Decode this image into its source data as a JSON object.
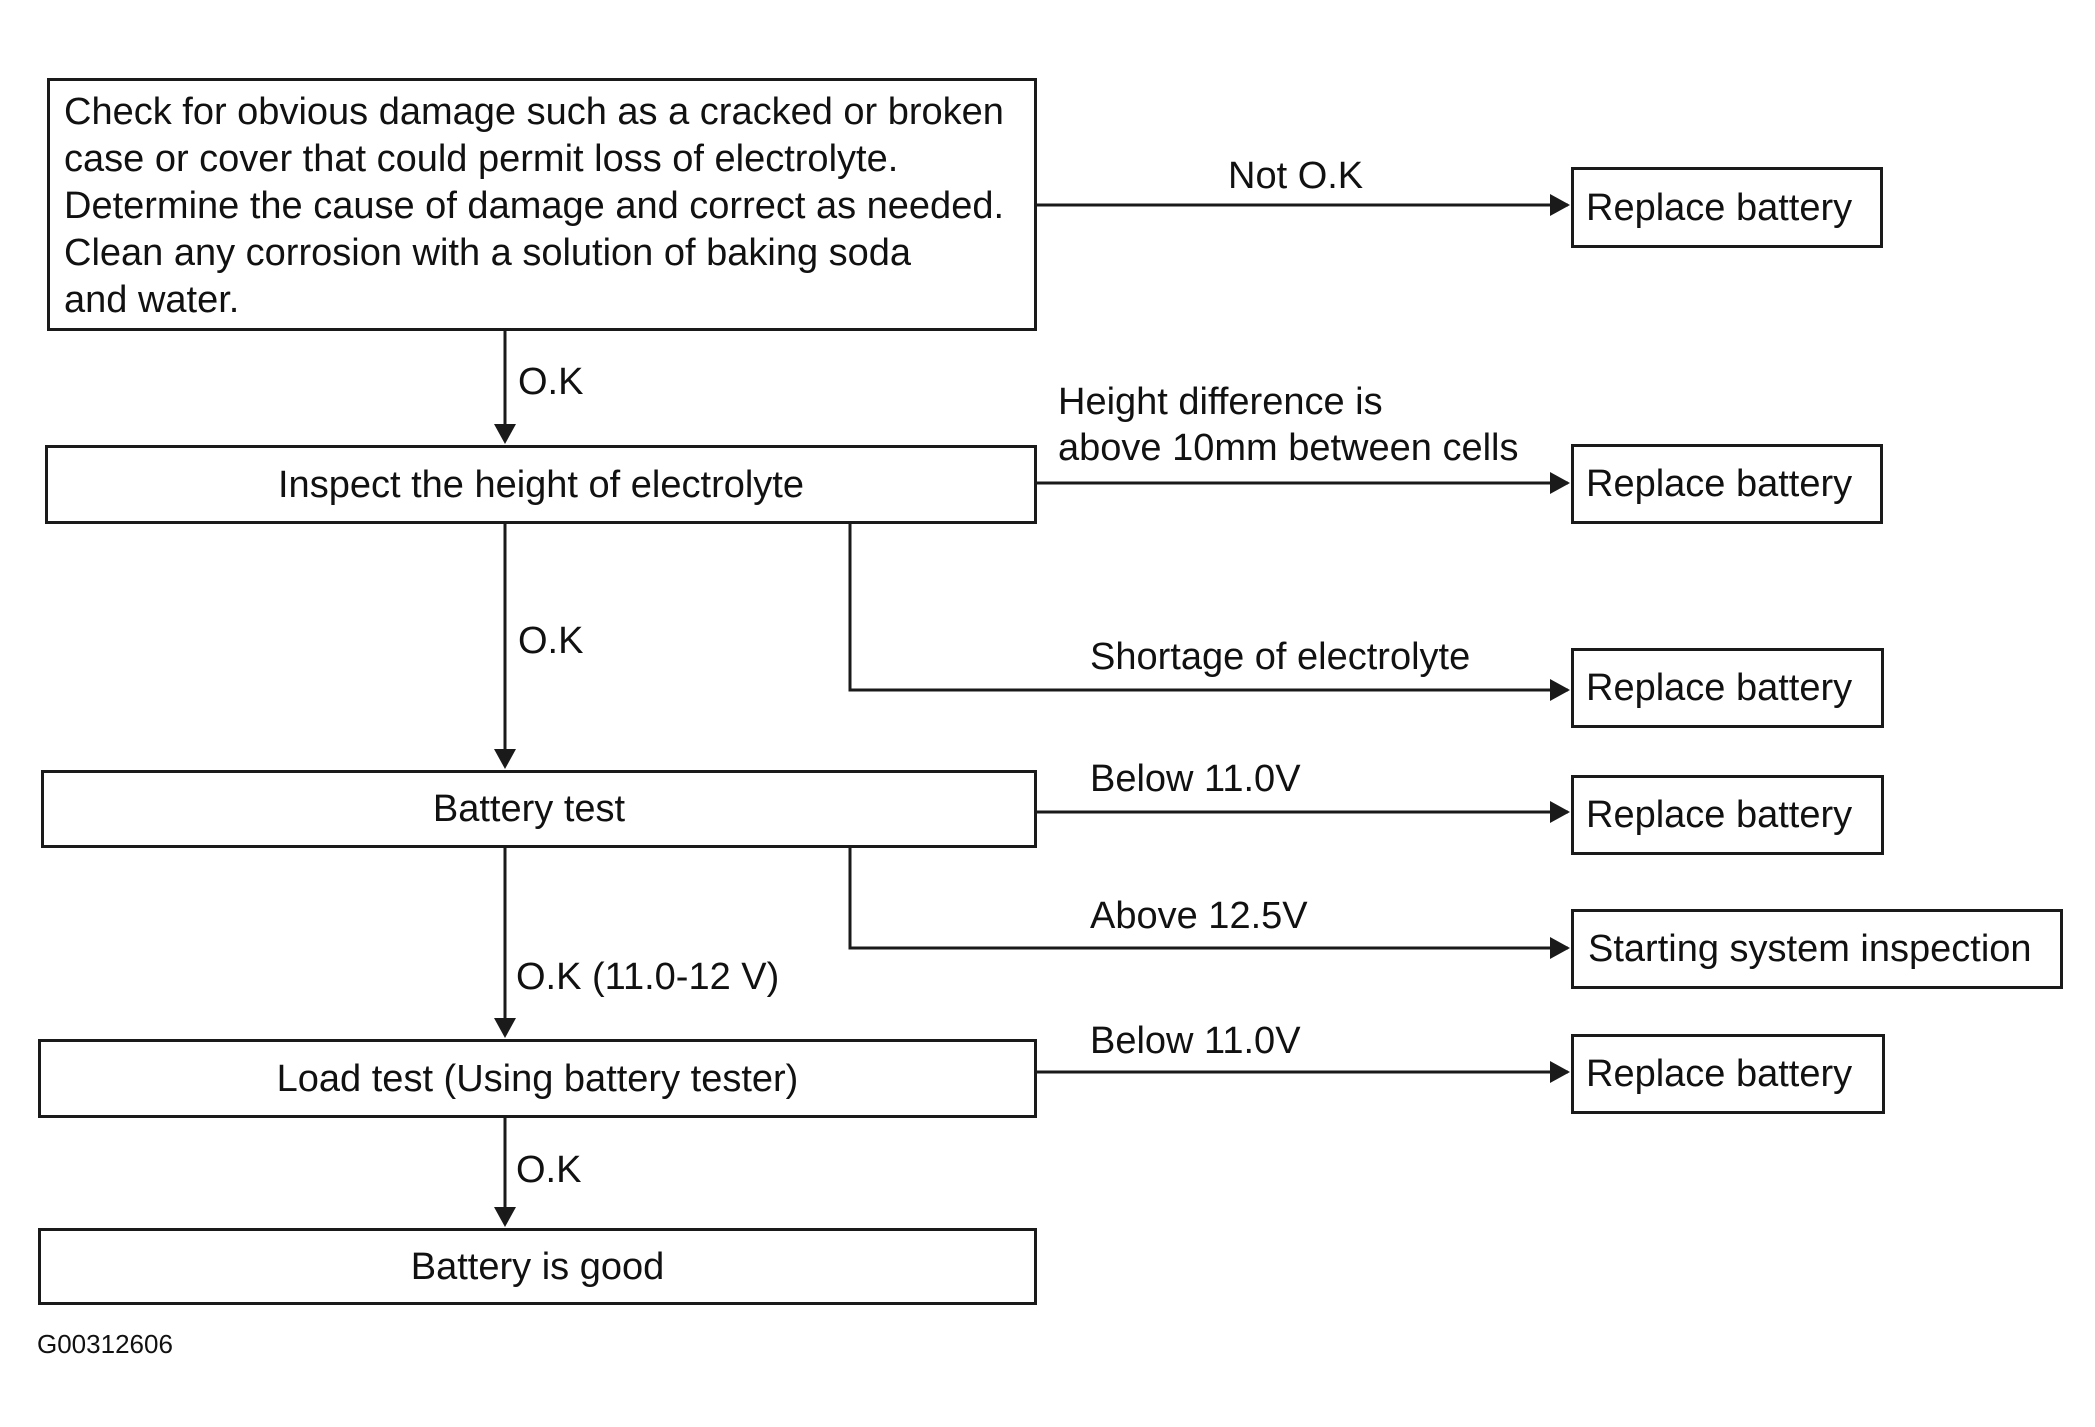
{
  "start_box": {
    "lines": [
      "Check for obvious damage such as a cracked or broken",
      "case or cover that could permit loss of electrolyte.",
      "Determine the cause of damage and correct as needed.",
      "Clean any corrosion with a  solution of baking soda",
      "and water."
    ]
  },
  "steps": {
    "inspect": "Inspect the height of electrolyte",
    "battery_test": "Battery test",
    "load_test": "Load test (Using battery tester)",
    "good": "Battery is good"
  },
  "results": {
    "replace_1": "Replace battery",
    "replace_2": "Replace battery",
    "replace_3": "Replace battery",
    "replace_4": "Replace battery",
    "starting": "Starting system inspection",
    "replace_5": "Replace battery"
  },
  "labels": {
    "not_ok": "Not O.K",
    "ok_1": "O.K",
    "height_diff_line1": "Height difference is",
    "height_diff_line2": "above 10mm between cells",
    "ok_2": "O.K",
    "shortage": "Shortage of electrolyte",
    "below_1": "Below 11.0V",
    "above": "Above 12.5V",
    "ok_3": "O.K (11.0-12 V)",
    "below_2": "Below 11.0V",
    "ok_4": "O.K"
  },
  "figure_id": "G00312606"
}
